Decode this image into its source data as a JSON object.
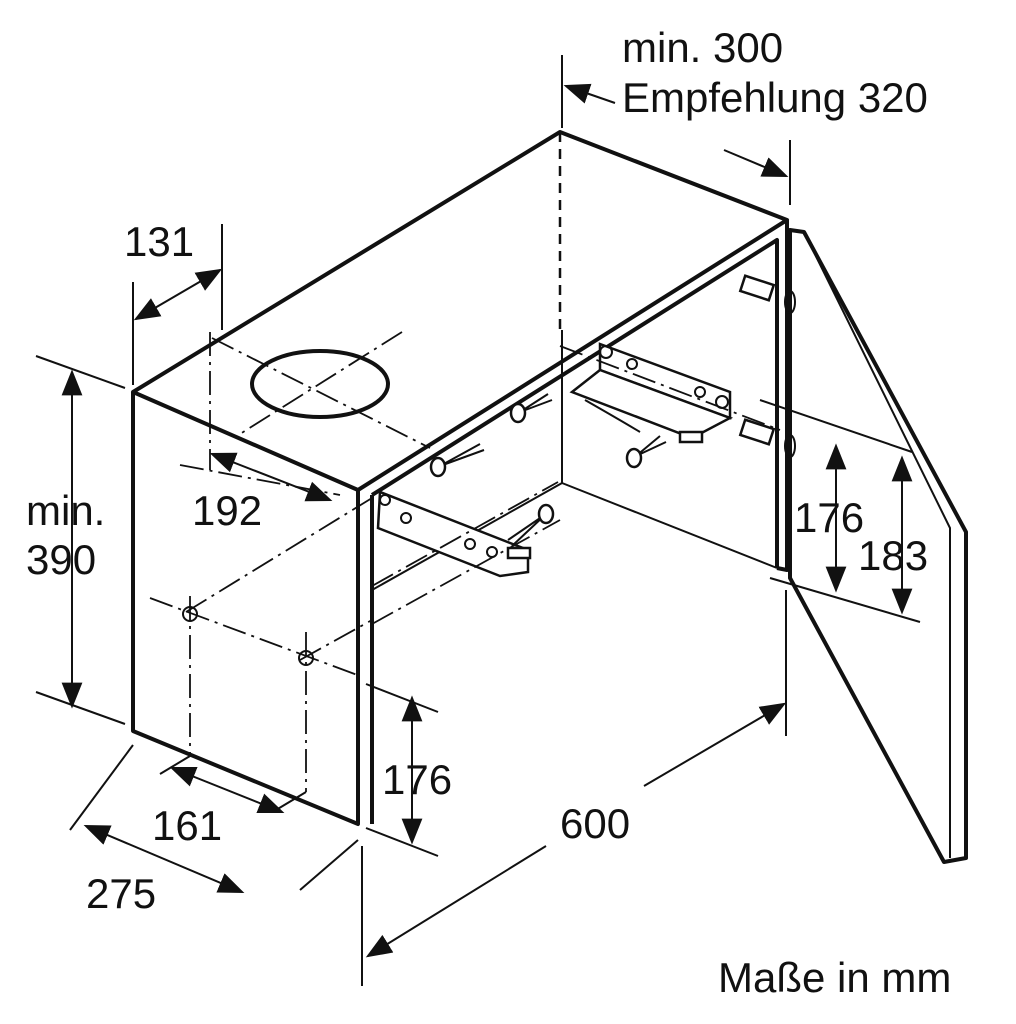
{
  "labels": {
    "min_300": "min. 300",
    "empfehlung_320": "Empfehlung 320",
    "d131": "131",
    "min": "min.",
    "d390": "390",
    "d192": "192",
    "d176_right": "176",
    "d183": "183",
    "d176_bottom": "176",
    "d161": "161",
    "d275": "275",
    "d600": "600",
    "units": "Maße in mm"
  }
}
